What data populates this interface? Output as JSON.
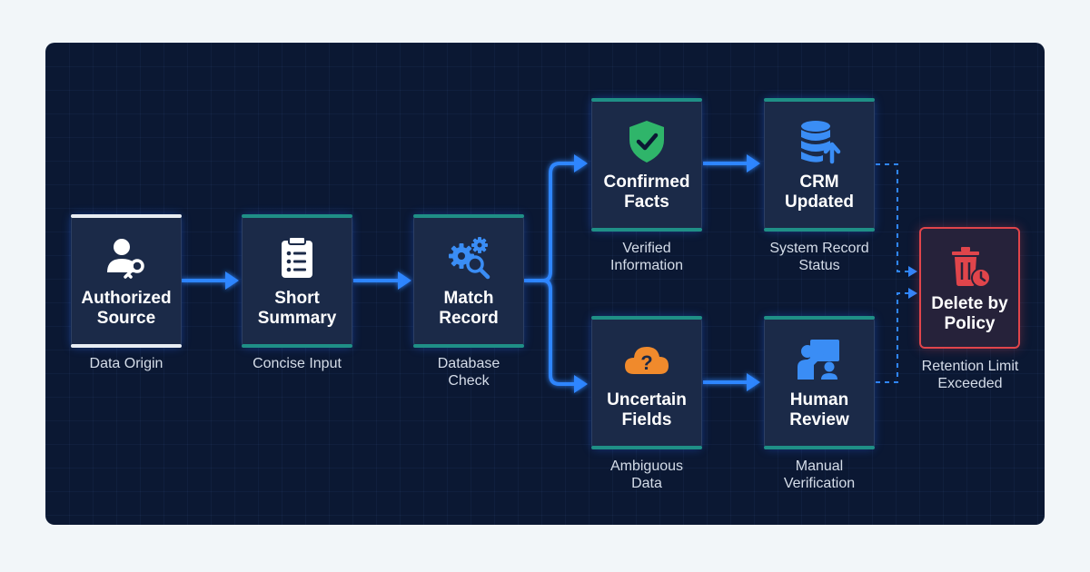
{
  "nodes": {
    "source": {
      "title": [
        "Authorized",
        "Source"
      ],
      "caption": [
        "Data Origin"
      ],
      "icon": "user-key-icon"
    },
    "summary": {
      "title": [
        "Short",
        "Summary"
      ],
      "caption": [
        "Concise Input"
      ],
      "icon": "clipboard-list-icon"
    },
    "match": {
      "title": [
        "Match",
        "Record"
      ],
      "caption": [
        "Database",
        "Check"
      ],
      "icon": "gears-magnifier-icon"
    },
    "confirmed": {
      "title": [
        "Confirmed",
        "Facts"
      ],
      "caption": [
        "Verified",
        "Information"
      ],
      "icon": "shield-check-icon"
    },
    "crm": {
      "title": [
        "CRM",
        "Updated"
      ],
      "caption": [
        "System Record",
        "Status"
      ],
      "icon": "database-upload-icon"
    },
    "uncertain": {
      "title": [
        "Uncertain",
        "Fields"
      ],
      "caption": [
        "Ambiguous",
        "Data"
      ],
      "icon": "cloud-question-icon"
    },
    "human": {
      "title": [
        "Human",
        "Review"
      ],
      "caption": [
        "Manual",
        "Verification"
      ],
      "icon": "presenter-icon"
    },
    "delete": {
      "title": [
        "Delete by",
        "Policy"
      ],
      "caption": [
        "Retention Limit",
        "Exceeded"
      ],
      "icon": "trash-clock-icon"
    }
  },
  "colors": {
    "panel": "#0b1833",
    "node": "#1b2a48",
    "teal_bar": "#1f8f86",
    "arrow": "#2f86ff",
    "delete_border": "#e0454b",
    "shield": "#2fb56a",
    "cloud": "#f08a2c"
  }
}
